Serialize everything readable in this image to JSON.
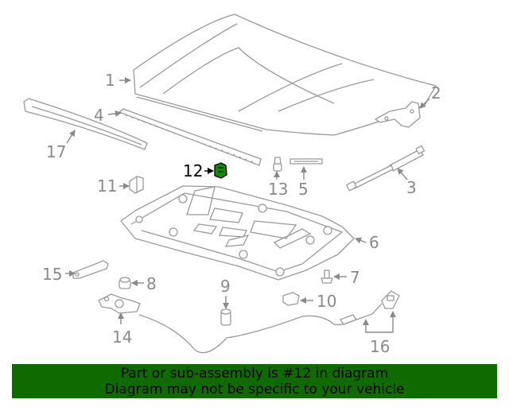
{
  "diagram": {
    "callouts": {
      "c1": "1",
      "c2": "2",
      "c3": "3",
      "c4": "4",
      "c5": "5",
      "c6": "6",
      "c7": "7",
      "c8": "8",
      "c9": "9",
      "c10": "10",
      "c11": "11",
      "c12": "12",
      "c13": "13",
      "c14": "14",
      "c15": "15",
      "c16": "16",
      "c17": "17"
    },
    "highlighted_part": "12",
    "highlight_color": "#0f8a0a"
  },
  "banner": {
    "line1": "Part or sub-assembly is #12 in diagram",
    "line2": "Diagram may not be specific to your vehicle",
    "background": "#0f6b00"
  }
}
